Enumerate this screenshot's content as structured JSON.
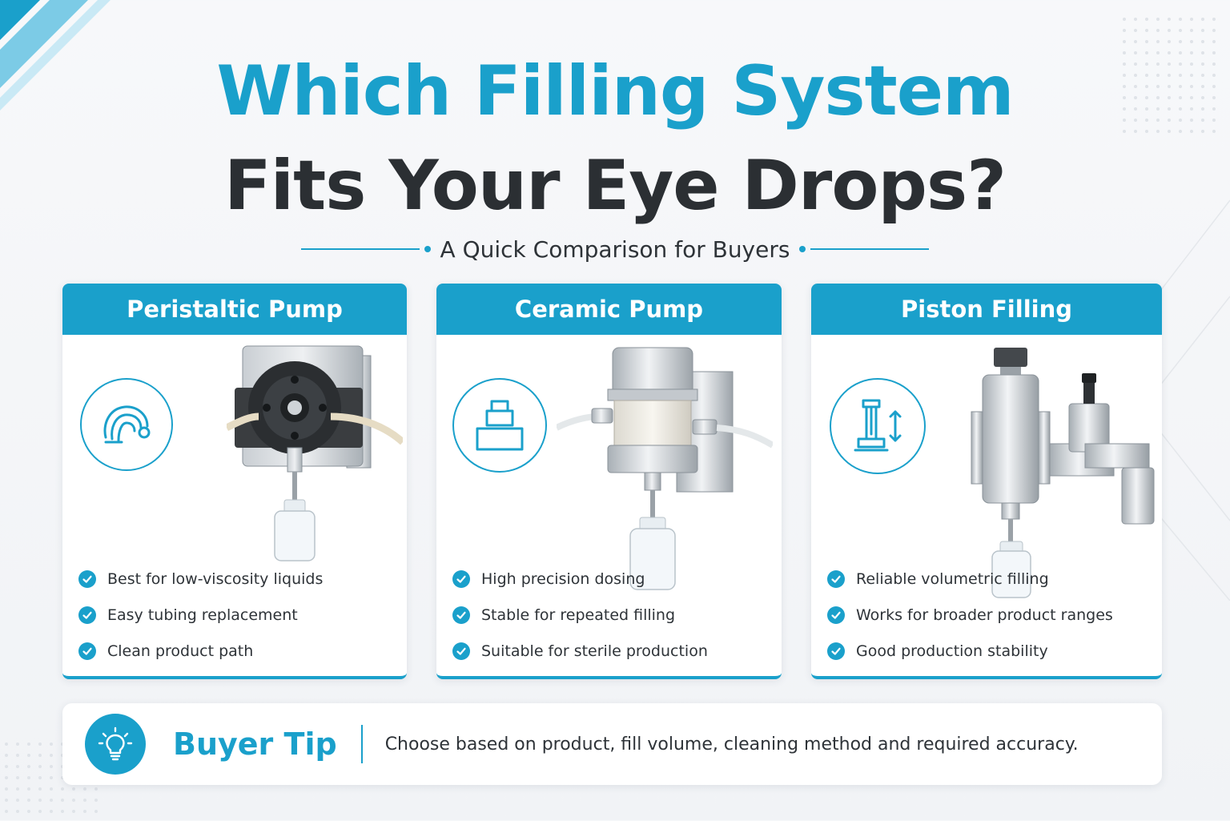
{
  "header": {
    "title_line1": "Which Filling System",
    "title_line2": "Fits Your Eye Drops?",
    "subtitle": "A Quick Comparison for Buyers"
  },
  "cards": [
    {
      "title": "Peristaltic Pump",
      "icon": "peristaltic-tubing-icon",
      "features": [
        "Best for low-viscosity liquids",
        "Easy tubing replacement",
        "Clean product path"
      ]
    },
    {
      "title": "Ceramic Pump",
      "icon": "ceramic-pump-icon",
      "features": [
        "High precision dosing",
        "Stable for repeated filling",
        "Suitable for sterile production"
      ]
    },
    {
      "title": "Piston Filling",
      "icon": "piston-icon",
      "features": [
        "Reliable volumetric filling",
        "Works for broader product ranges",
        "Good production stability"
      ]
    }
  ],
  "tip": {
    "title": "Buyer Tip",
    "text": "Choose based on product, fill volume, cleaning method and required accuracy.",
    "icon": "lightbulb-icon"
  },
  "colors": {
    "accent": "#1aa0cb",
    "title_dark": "#2b2f33",
    "text": "#2e3338",
    "card_bg": "#ffffff"
  }
}
